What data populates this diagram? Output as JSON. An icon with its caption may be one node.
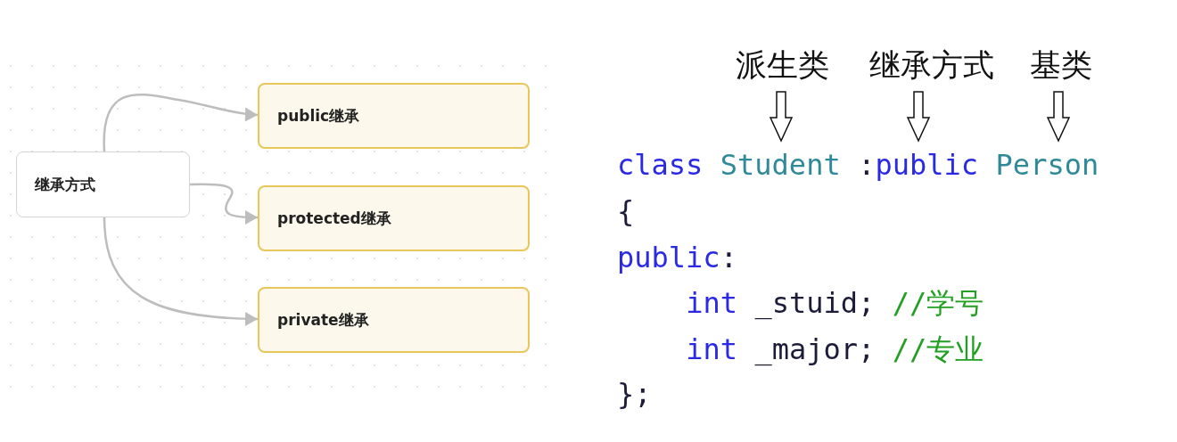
{
  "diagram": {
    "nodes": [
      {
        "text": [
          "继承方式"
        ]
      },
      {
        "text": [
          "public继承"
        ]
      },
      {
        "text": [
          "protected继承"
        ]
      },
      {
        "text": [
          "private继承"
        ]
      },
      {
        "text": [
          "派生类"
        ]
      },
      {
        "text": [
          "继承方式"
        ]
      },
      {
        "text": [
          "基类"
        ]
      }
    ],
    "edges": [
      {
        "from": 0,
        "to": 1,
        "arrow": "to"
      },
      {
        "from": 0,
        "to": 2,
        "arrow": "to"
      },
      {
        "from": 0,
        "to": 3,
        "arrow": "to"
      },
      {
        "from": 4,
        "to": null,
        "arrow": "to"
      },
      {
        "from": 5,
        "to": null,
        "arrow": "to"
      },
      {
        "from": 6,
        "to": null,
        "arrow": "to"
      }
    ],
    "labels": [
      "class",
      "Student",
      ":",
      "public",
      "Person",
      "{",
      "public",
      ":",
      "int",
      "_stuid;",
      "//学号",
      "int",
      "_major;",
      "//专业",
      "};"
    ]
  }
}
